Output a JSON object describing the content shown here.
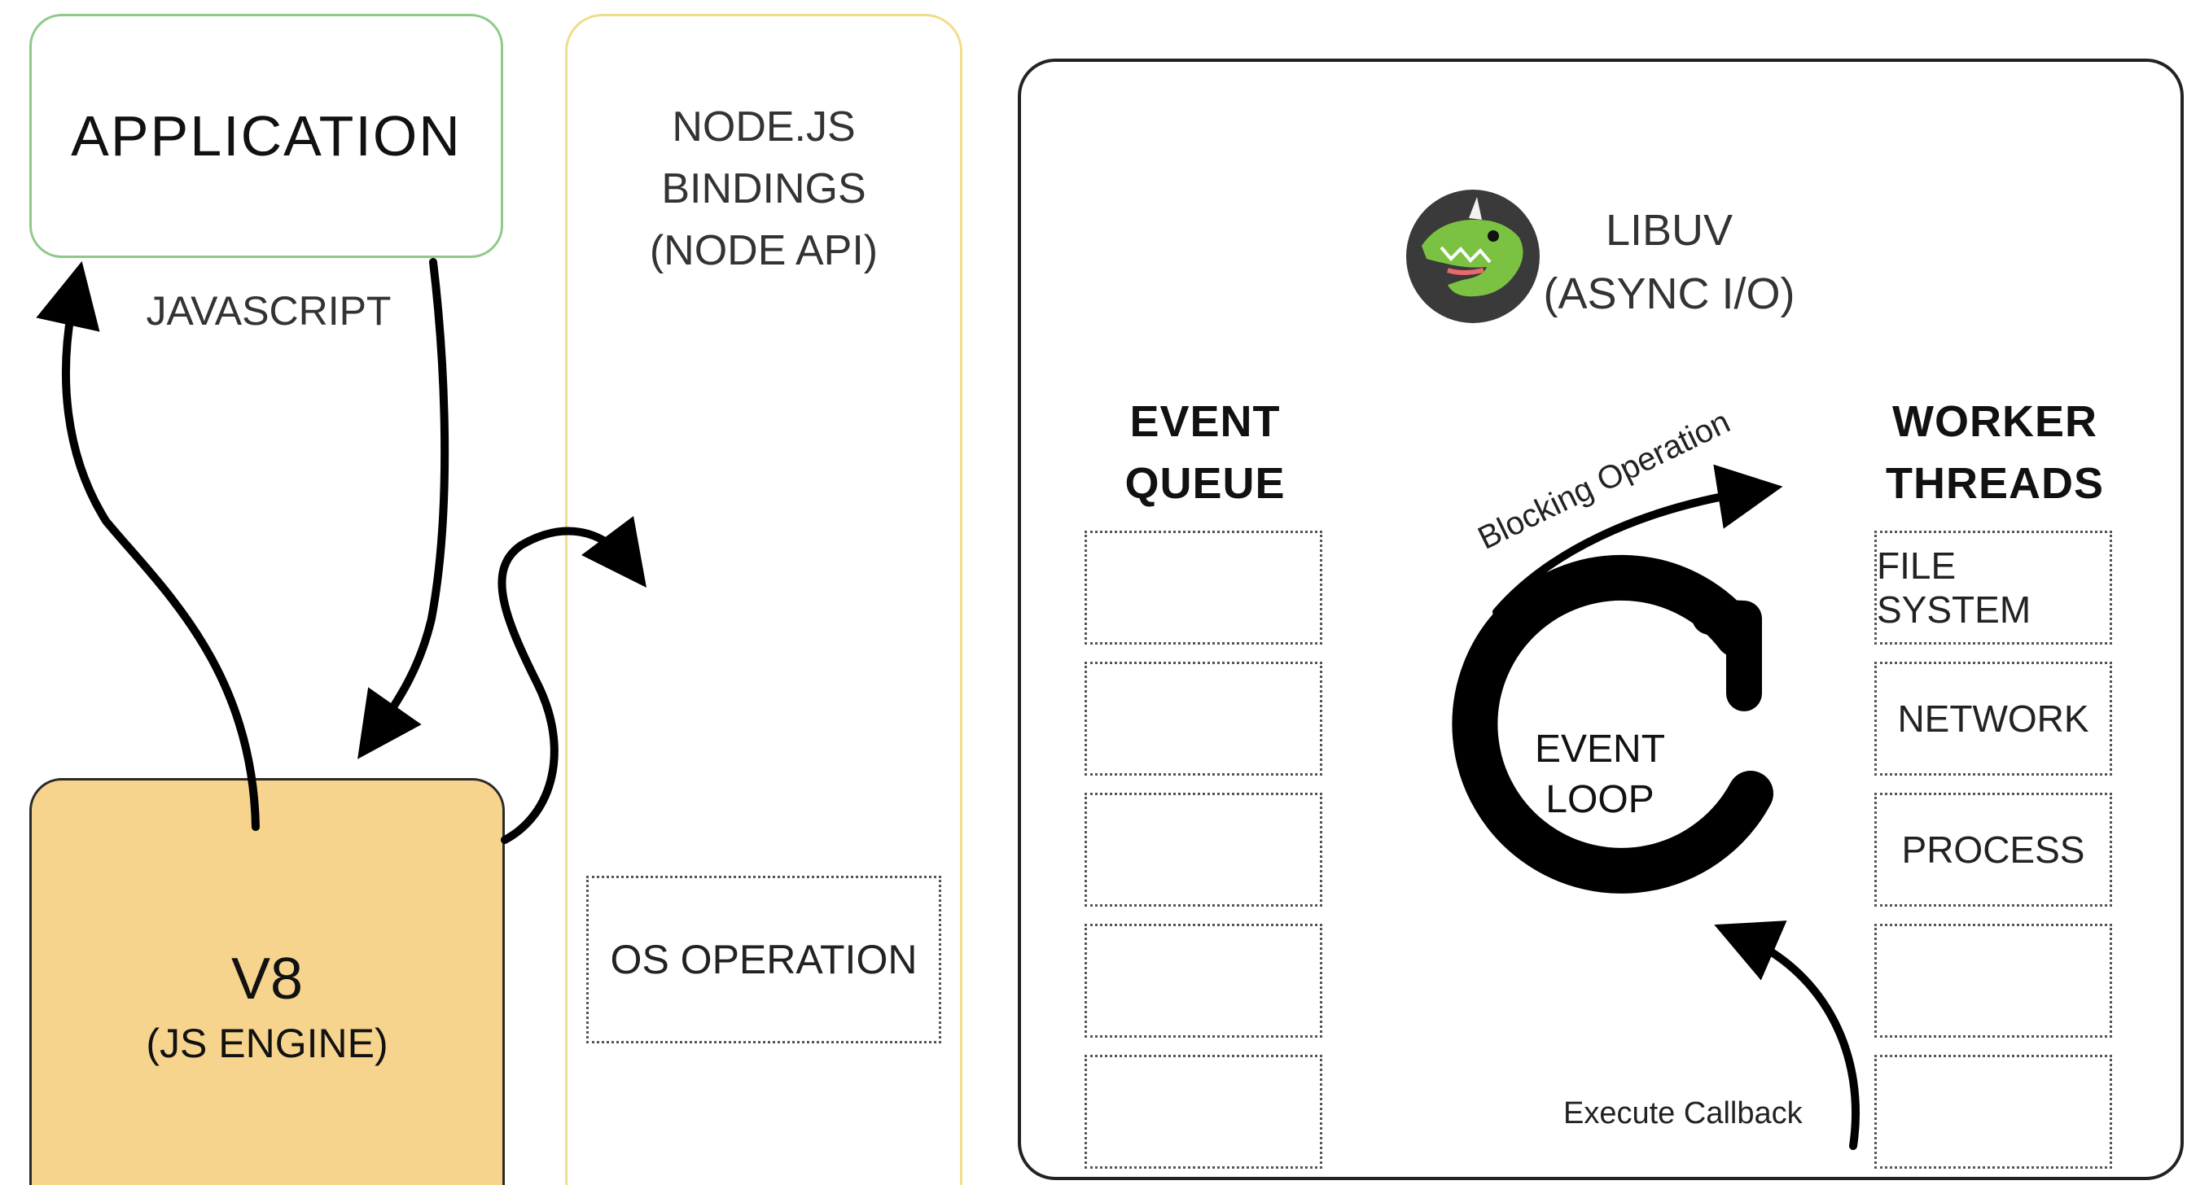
{
  "application": {
    "title": "APPLICATION",
    "language": "JAVASCRIPT"
  },
  "bindings": {
    "line1": "NODE.JS",
    "line2": "BINDINGS",
    "line3": "(NODE API)",
    "os_operation": "OS OPERATION"
  },
  "v8": {
    "title": "V8",
    "subtitle": "(JS ENGINE)"
  },
  "libuv": {
    "line1": "LIBUV",
    "line2": "(ASYNC I/O)",
    "logo_icon": "libuv-dinosaur-logo-icon",
    "event_queue": {
      "line1": "EVENT",
      "line2": "QUEUE"
    },
    "worker_threads": {
      "line1": "WORKER",
      "line2": "THREADS",
      "slots": [
        "FILE SYSTEM",
        "NETWORK",
        "PROCESS",
        "",
        ""
      ]
    },
    "event_loop": {
      "line1": "EVENT",
      "line2": "LOOP"
    },
    "blocking_label": "Blocking Operation",
    "callback_label": "Execute Callback"
  },
  "colors": {
    "application_border": "#8fc98a",
    "bindings_border": "#f0dd8a",
    "v8_fill": "#f7d48d",
    "libuv_logo_green": "#7cc242"
  }
}
